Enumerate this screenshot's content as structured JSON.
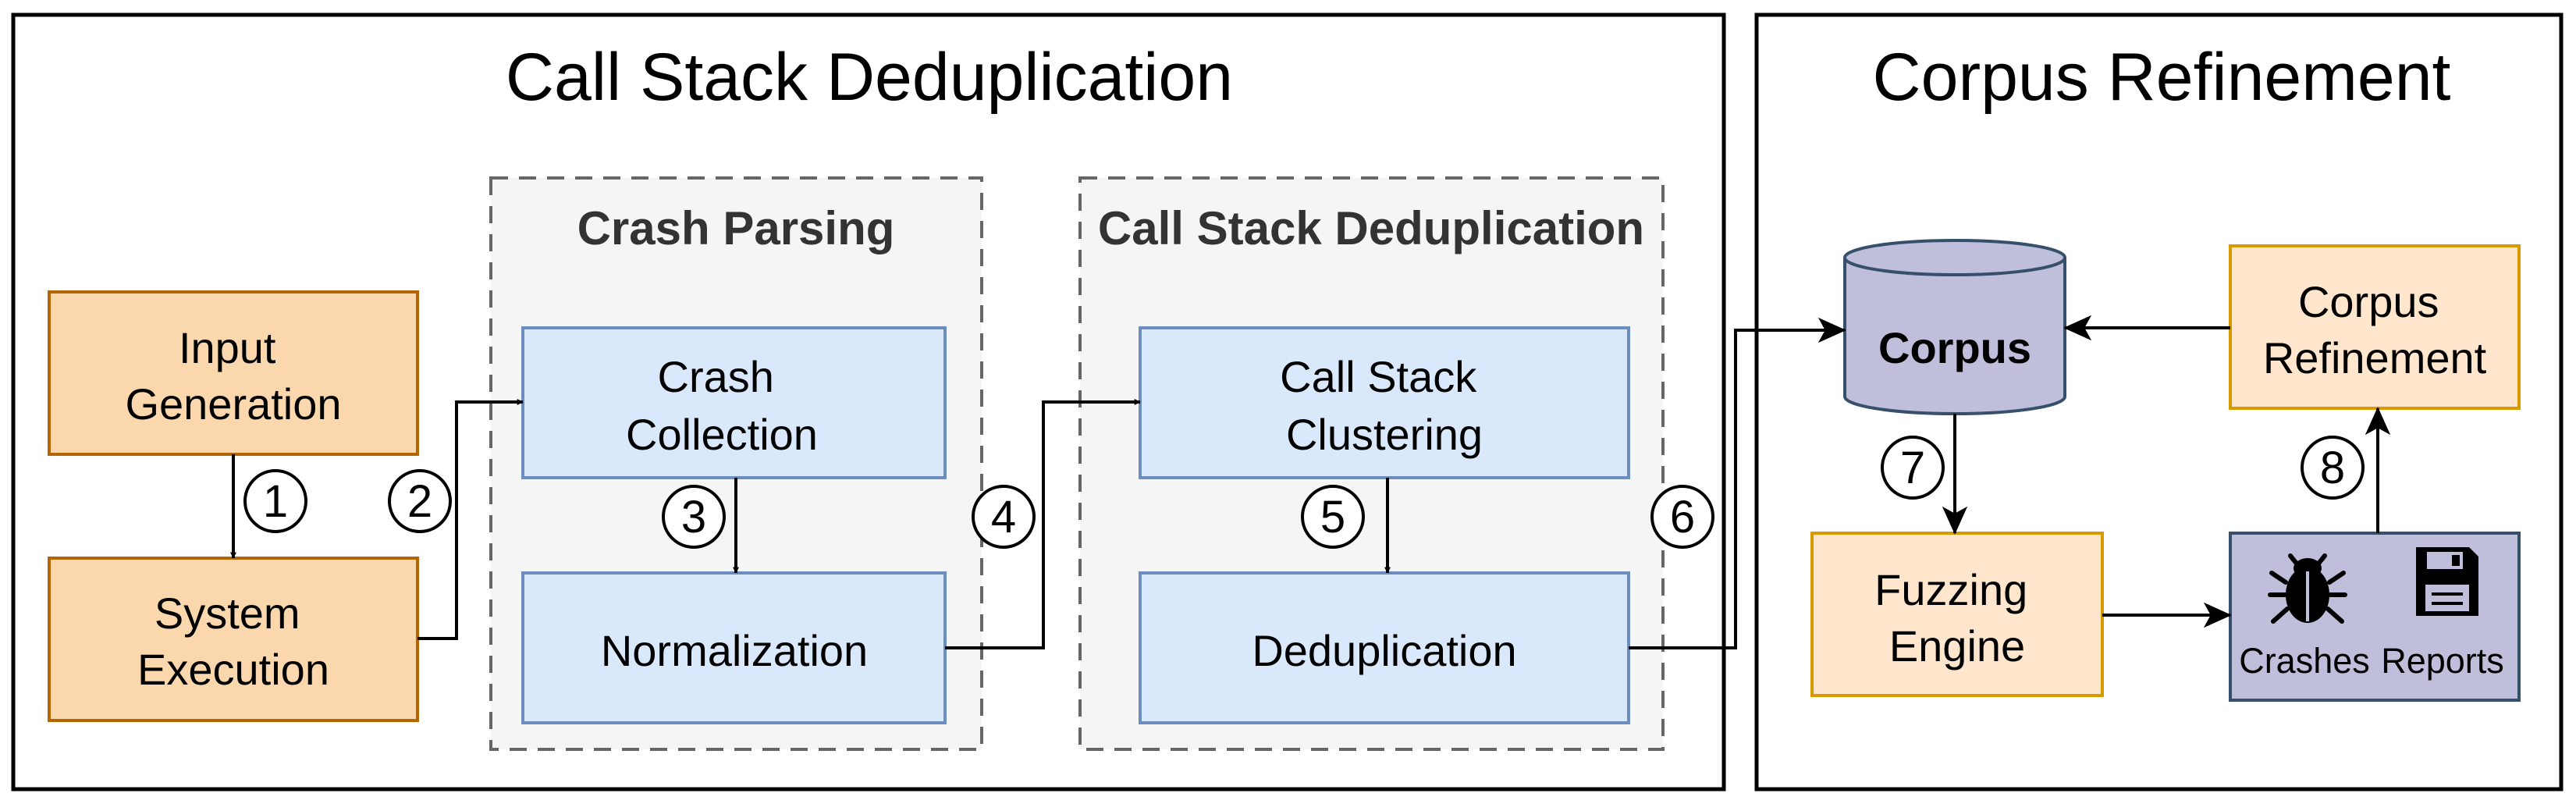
{
  "panels": {
    "left_title": "Call Stack Deduplication",
    "right_title": "Corpus Refinement"
  },
  "groups": {
    "crash_parsing": "Crash Parsing",
    "call_stack_dedup": "Call Stack Deduplication"
  },
  "boxes": {
    "input_generation": [
      "Input",
      "Generation"
    ],
    "system_execution": [
      "System",
      "Execution"
    ],
    "crash_collection": [
      "Crash",
      "Collection"
    ],
    "normalization": [
      "Normalization"
    ],
    "call_stack_clustering": [
      "Call Stack",
      "Clustering"
    ],
    "deduplication": [
      "Deduplication"
    ],
    "corpus": "Corpus",
    "corpus_refinement": [
      "Corpus",
      "Refinement"
    ],
    "fuzzing_engine": [
      "Fuzzing",
      "Engine"
    ],
    "crashes_label": "Crashes",
    "reports_label": "Reports"
  },
  "steps": [
    "1",
    "2",
    "3",
    "4",
    "5",
    "6",
    "7",
    "8"
  ],
  "icons": {
    "crashes": "bug-icon",
    "reports": "floppy-disk-icon"
  },
  "colors": {
    "orange_fill": "#fad7ac",
    "orange_stroke": "#b46504",
    "blue_fill": "#dae8fc",
    "blue_stroke": "#6c8ebf",
    "light_orange_fill": "#ffe6cc",
    "light_orange_stroke": "#d79b00",
    "purple_fill": "#bfbedb",
    "purple_stroke": "#364f6b",
    "group_fill": "#f5f5f5",
    "group_stroke": "#666666"
  }
}
